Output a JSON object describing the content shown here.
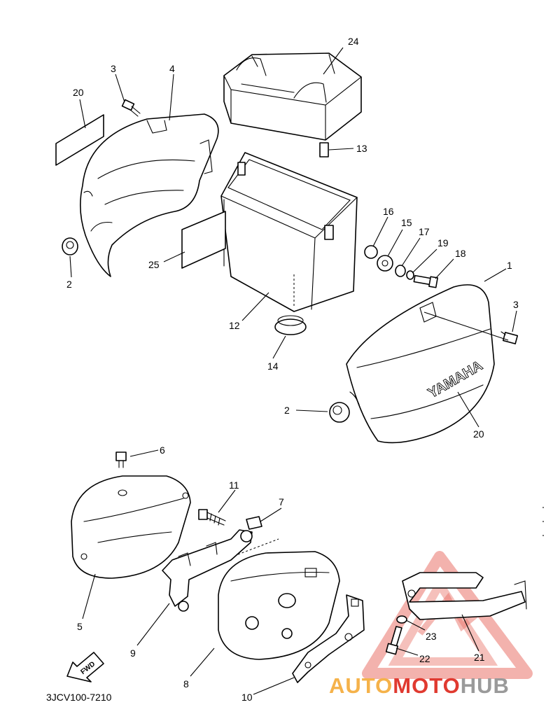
{
  "diagram_code": "3JCV100-7210",
  "fwd_label": "FWD",
  "emblem_text": "YAMAHA",
  "watermark": {
    "word_left": "AUTO",
    "word_mid": "MOTO",
    "word_right": "HUB",
    "color_left": "#f5b24a",
    "color_mid": "#e03a30",
    "color_right": "#9a9a9a"
  },
  "callouts": [
    "24",
    "3",
    "4",
    "20",
    "13",
    "16",
    "15",
    "17",
    "19",
    "18",
    "2",
    "25",
    "12",
    "1",
    "3",
    "14",
    "2",
    "20",
    "6",
    "11",
    "7",
    "5",
    "9",
    "8",
    "10",
    "23",
    "22",
    "21"
  ]
}
